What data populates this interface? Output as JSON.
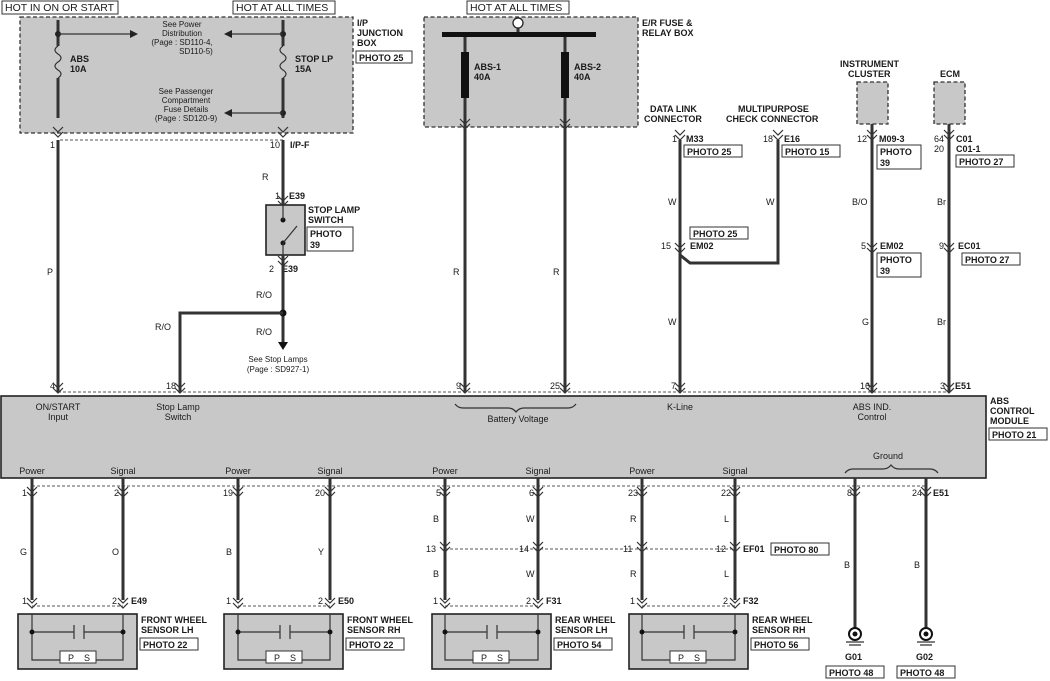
{
  "headers": [
    "HOT IN ON OR START",
    "HOT AT ALL TIMES",
    "HOT AT ALL TIMES"
  ],
  "ip_box": {
    "title_lines": [
      "I/P",
      "JUNCTION",
      "BOX"
    ],
    "photo": "PHOTO 25",
    "fuse_abs": [
      "ABS",
      "10A"
    ],
    "fuse_stop": [
      "STOP LP",
      "15A"
    ],
    "note_power": [
      "See Power",
      "Distribution",
      "(Page : SD110-4,",
      "SD110-5)"
    ],
    "note_pass": [
      "See Passenger",
      "Compartment",
      "Fuse Details",
      "(Page : SD120-9)"
    ],
    "pin_1": "1",
    "pin_10": "10",
    "connector": "I/P-F"
  },
  "er_box": {
    "title_lines": [
      "E/R FUSE &",
      "RELAY BOX"
    ],
    "fuse_1": [
      "ABS-1",
      "40A"
    ],
    "fuse_2": [
      "ABS-2",
      "40A"
    ]
  },
  "stop_switch": {
    "title_lines": [
      "STOP LAMP",
      "SWITCH"
    ],
    "photo": "PHOTO",
    "photo_num": "39",
    "pin_top": "1",
    "conn_top": "E39",
    "pin_bot": "2",
    "conn_bot": "E39",
    "note": [
      "See Stop Lamps",
      "(Page : SD927-1)"
    ]
  },
  "data_link": {
    "title_lines": [
      "DATA LINK",
      "CONNECTOR"
    ],
    "pin": "1",
    "conn": "M33",
    "photo": "PHOTO 25"
  },
  "multipurpose": {
    "title_lines": [
      "MULTIPURPOSE",
      "CHECK CONNECTOR"
    ],
    "pin": "18",
    "conn": "E16",
    "photo": "PHOTO 15"
  },
  "em02_a": {
    "pin": "15",
    "conn": "EM02",
    "photo": "PHOTO 25"
  },
  "instrument": {
    "title_lines": [
      "INSTRUMENT",
      "CLUSTER"
    ],
    "pin": "12",
    "conn": "M09-3",
    "photo": "PHOTO",
    "photo_num": "39"
  },
  "em02_b": {
    "pin": "5",
    "conn": "EM02",
    "photo": "PHOTO",
    "photo_num": "39"
  },
  "ecm": {
    "title": "ECM",
    "pins": [
      "64",
      "20"
    ],
    "conns": [
      "C01",
      "C01-1"
    ],
    "photo": "PHOTO 27"
  },
  "ec01": {
    "pin": "9",
    "conn": "EC01",
    "photo": "PHOTO 27"
  },
  "wire_colors": {
    "p": "P",
    "r": "R",
    "ro1": "R/O",
    "ro2": "R/O",
    "ro3": "R/O",
    "r9": "R",
    "r25": "R",
    "w1": "W",
    "w2": "W",
    "w3": "W",
    "bo": "B/O",
    "g": "G",
    "br1": "Br",
    "br2": "Br"
  },
  "module": {
    "title_lines": [
      "ABS",
      "CONTROL",
      "MODULE"
    ],
    "photo": "PHOTO 21",
    "top_pins": [
      "4",
      "18",
      "9",
      "25",
      "7",
      "16",
      "3"
    ],
    "top_conn": "E51",
    "top_labels": [
      [
        "ON/START",
        "Input"
      ],
      [
        "Stop Lamp",
        "Switch"
      ],
      [
        "Battery Voltage"
      ],
      [
        "K-Line"
      ],
      [
        "ABS IND.",
        "Control"
      ]
    ],
    "bottom_labels": [
      "Power",
      "Signal",
      "Power",
      "Signal",
      "Power",
      "Signal",
      "Power",
      "Signal"
    ],
    "ground_label": "Ground",
    "bottom_pins": [
      "1",
      "2",
      "19",
      "20",
      "5",
      "6",
      "23",
      "22",
      "8",
      "24"
    ],
    "bottom_conn": "E51"
  },
  "ef01": {
    "pins": [
      "13",
      "14",
      "11",
      "12"
    ],
    "conn": "EF01",
    "photo": "PHOTO 80",
    "colors_top": [
      "B",
      "W",
      "R",
      "L"
    ],
    "colors_bot": [
      "B",
      "W",
      "R",
      "L"
    ]
  },
  "sensor_colors": [
    "G",
    "O",
    "B",
    "Y"
  ],
  "ground_colors": [
    "B",
    "B"
  ],
  "sensors": [
    {
      "name": [
        "FRONT WHEEL",
        "SENSOR  LH"
      ],
      "photo": "PHOTO 22",
      "pins": [
        "1",
        "2"
      ],
      "conn": "E49",
      "ps": [
        "P",
        "S"
      ]
    },
    {
      "name": [
        "FRONT WHEEL",
        "SENSOR RH"
      ],
      "photo": "PHOTO 22",
      "pins": [
        "1",
        "2"
      ],
      "conn": "E50",
      "ps": [
        "P",
        "S"
      ]
    },
    {
      "name": [
        "REAR WHEEL",
        "SENSOR LH"
      ],
      "photo": "PHOTO 54",
      "pins": [
        "1",
        "2"
      ],
      "conn": "F31",
      "ps": [
        "P",
        "S"
      ]
    },
    {
      "name": [
        "REAR WHEEL",
        "SENSOR RH"
      ],
      "photo": "PHOTO 56",
      "pins": [
        "1",
        "2"
      ],
      "conn": "F32",
      "ps": [
        "P",
        "S"
      ]
    }
  ],
  "grounds": [
    {
      "name": "G01",
      "photo": "PHOTO 48"
    },
    {
      "name": "G02",
      "photo": "PHOTO 48"
    }
  ]
}
